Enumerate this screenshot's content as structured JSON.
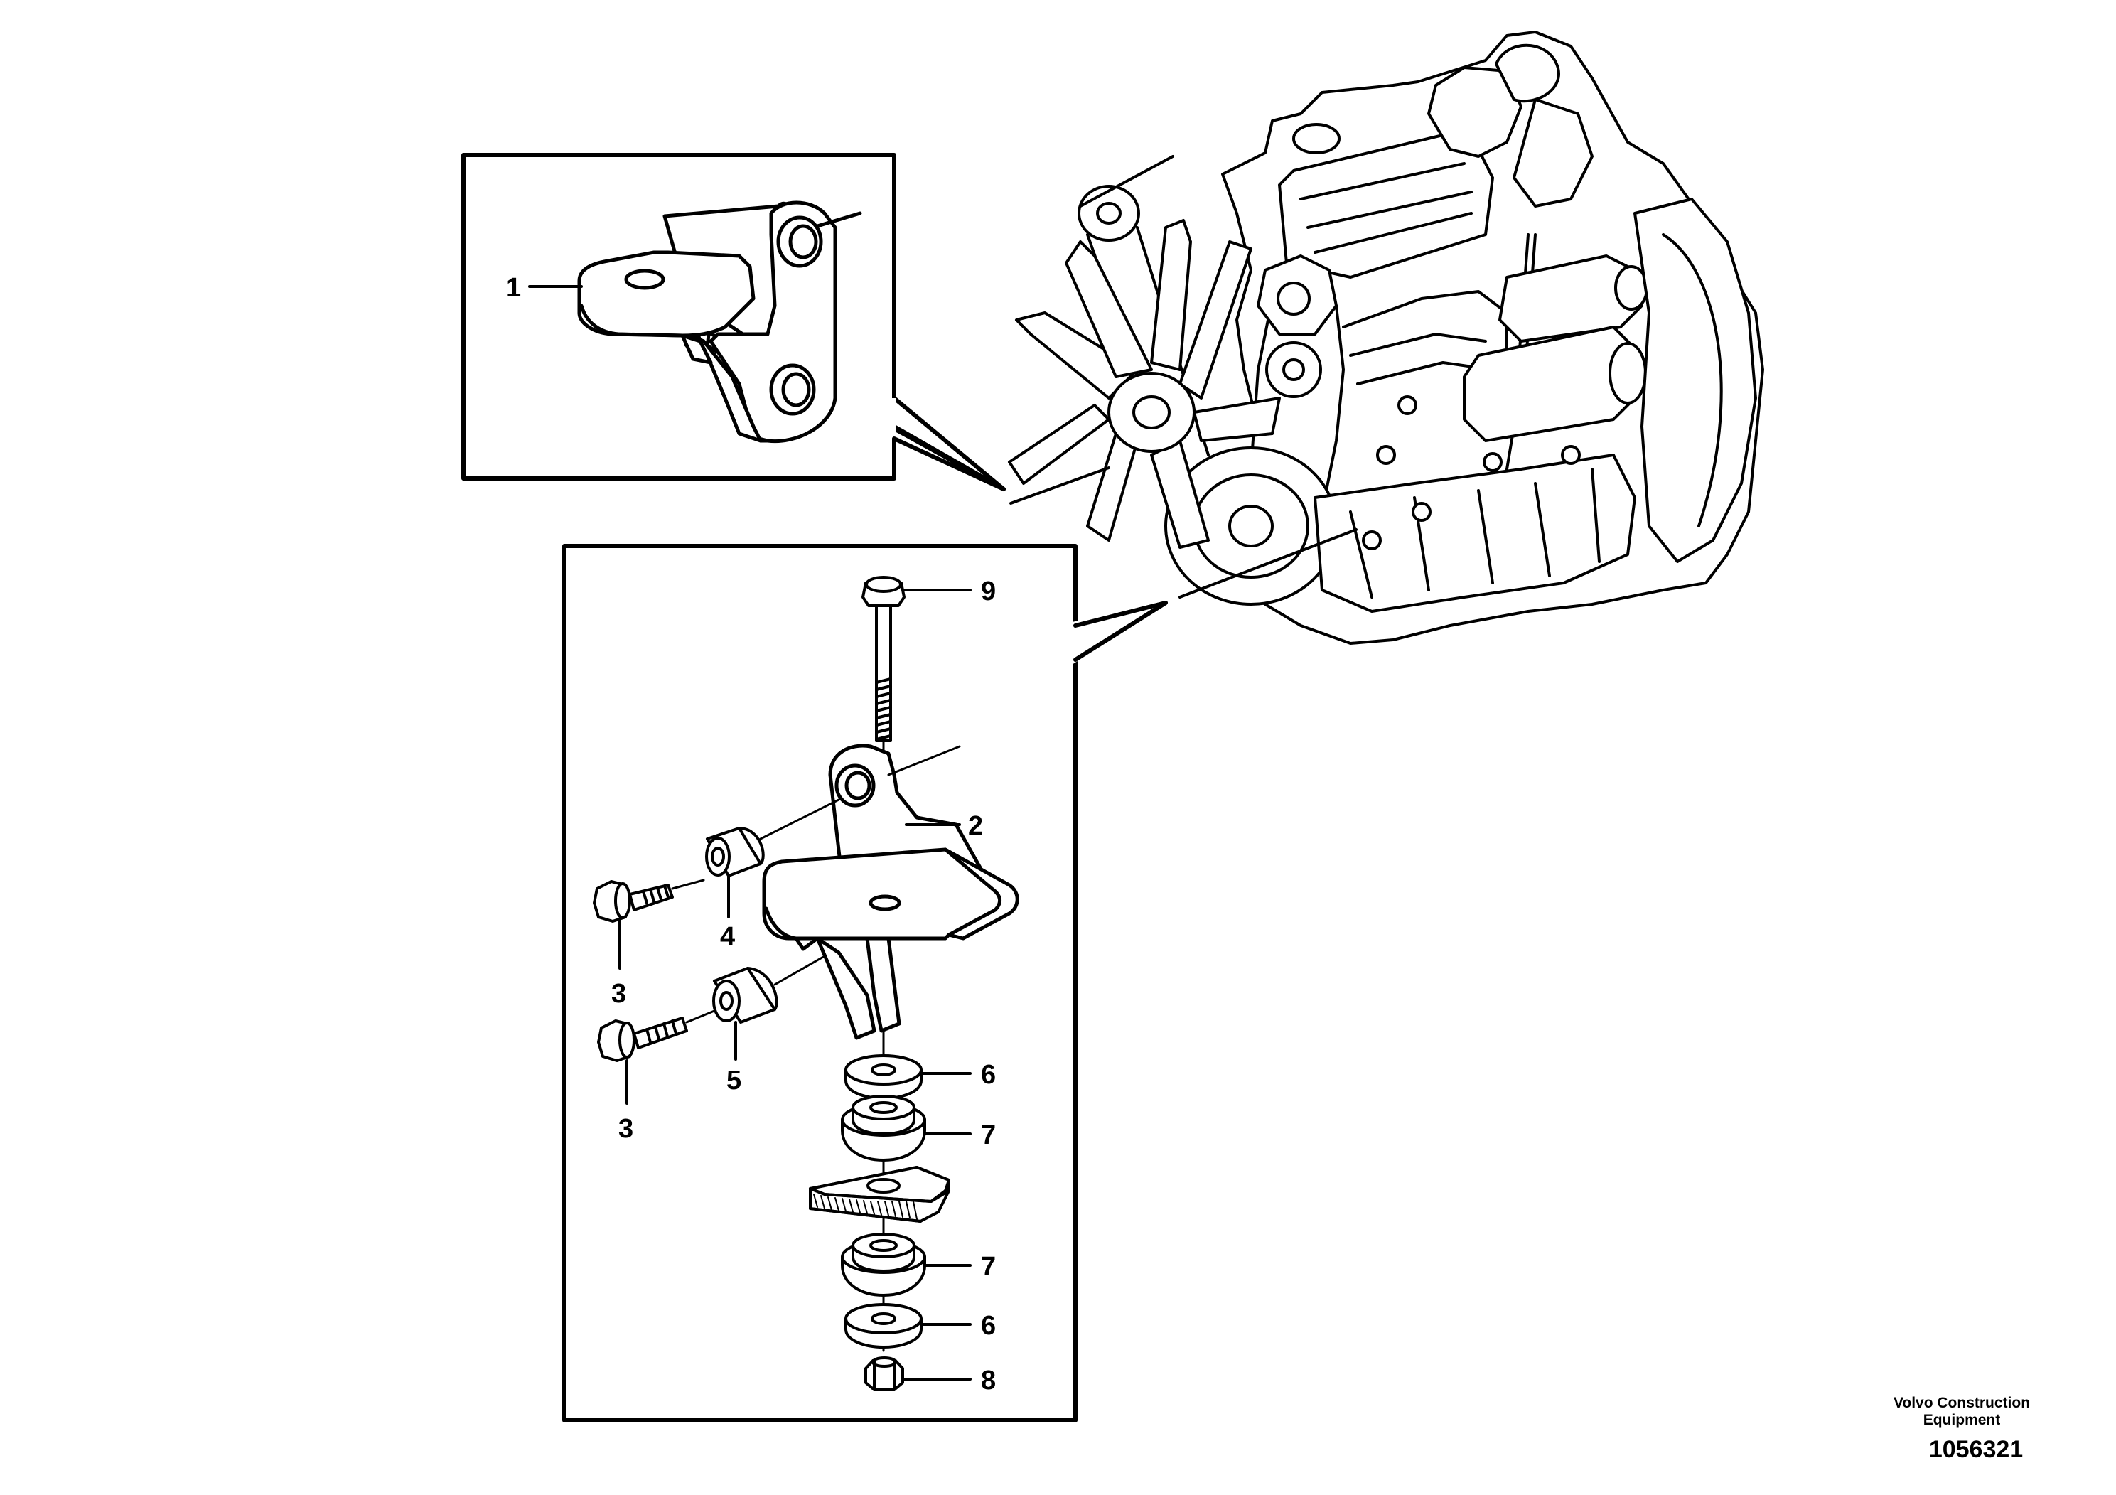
{
  "diagram": {
    "callouts": [
      {
        "id": "1",
        "label": "1"
      },
      {
        "id": "2",
        "label": "2"
      },
      {
        "id": "3a",
        "label": "3"
      },
      {
        "id": "3b",
        "label": "3"
      },
      {
        "id": "4",
        "label": "4"
      },
      {
        "id": "5",
        "label": "5"
      },
      {
        "id": "6a",
        "label": "6"
      },
      {
        "id": "6b",
        "label": "6"
      },
      {
        "id": "7a",
        "label": "7"
      },
      {
        "id": "7b",
        "label": "7"
      },
      {
        "id": "8",
        "label": "8"
      },
      {
        "id": "9",
        "label": "9"
      }
    ]
  },
  "credit": {
    "line1": "Volvo Construction",
    "line2": "Equipment",
    "drawing_number": "1056321"
  }
}
